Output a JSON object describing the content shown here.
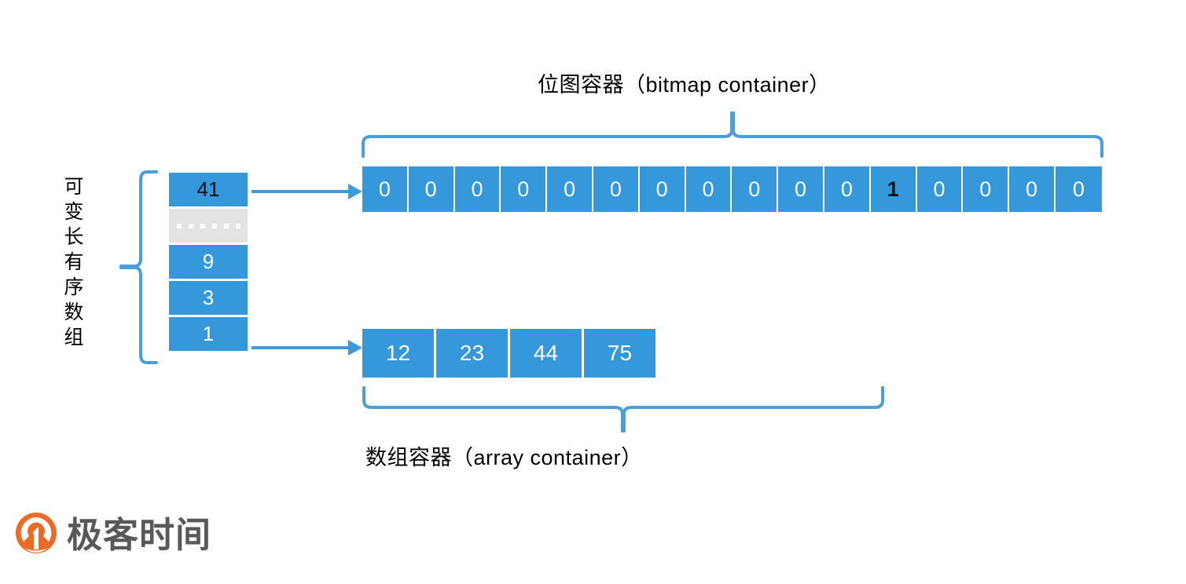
{
  "diagram": {
    "bitmap": {
      "title": "位图容器（bitmap container）",
      "cells": [
        "0",
        "0",
        "0",
        "0",
        "0",
        "0",
        "0",
        "0",
        "0",
        "0",
        "0",
        "1",
        "0",
        "0",
        "0",
        "0"
      ],
      "set_index": 11,
      "cell_count": 16
    },
    "array": {
      "title": "数组容器（array container）",
      "cells": [
        "12",
        "23",
        "44",
        "75"
      ],
      "cell_count": 4
    },
    "sorted_array": {
      "label": "可变长有序数组",
      "label_chars": [
        "可",
        "变",
        "长",
        "有",
        "序",
        "数",
        "组"
      ],
      "cells": [
        {
          "value": "41",
          "style": "dark"
        },
        {
          "value": "",
          "style": "gap"
        },
        {
          "value": "9",
          "style": "normal"
        },
        {
          "value": "3",
          "style": "normal"
        },
        {
          "value": "1",
          "style": "normal"
        }
      ],
      "gap_dots": 6
    },
    "connectors": [
      {
        "name": "arrow-to-bitmap",
        "from": "41",
        "to": "bitmap container"
      },
      {
        "name": "arrow-to-array",
        "from": "1",
        "to": "array container"
      }
    ]
  },
  "branding": {
    "logo_text": "极客时间",
    "logo_mark": "geektime-pin-icon"
  },
  "colors": {
    "cell_blue": "#3498db",
    "gap_gray": "#e3e3e3",
    "brace_blue": "#4a9fd8",
    "arrow_blue": "#3b9cd9",
    "logo_orange": "#ea6a26",
    "logo_text_gray": "#595757",
    "text_black": "#000000",
    "cell_text_white": "#ffffff"
  }
}
